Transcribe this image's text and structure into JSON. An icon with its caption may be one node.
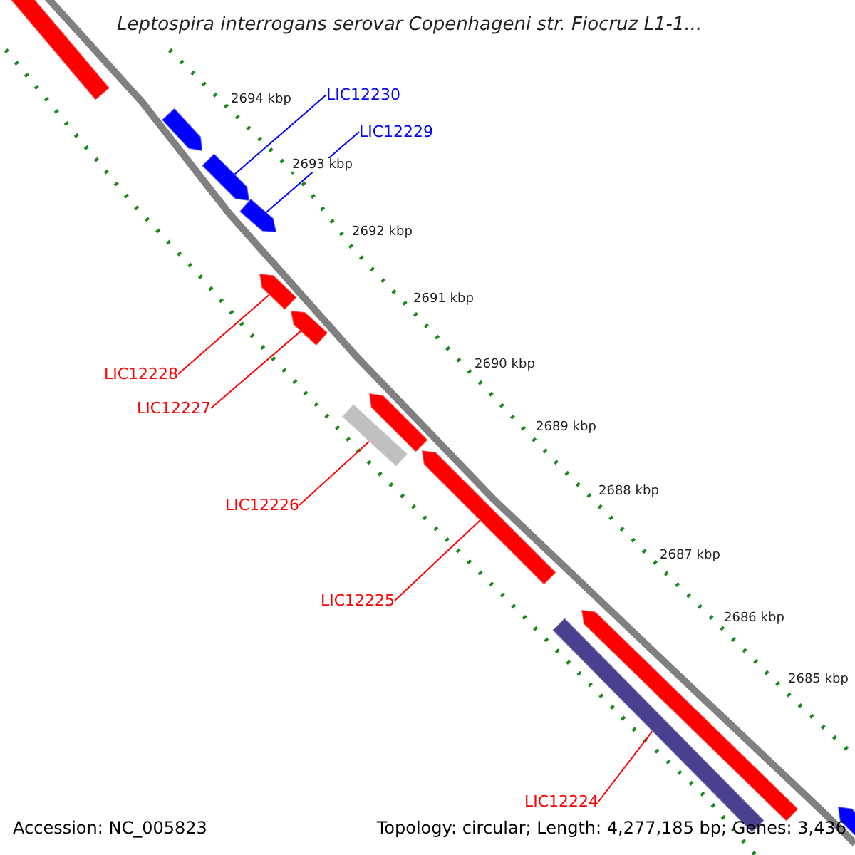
{
  "diagram": {
    "title": "Leptospira interrogans serovar Copenhageni str. Fiocruz L1-1...",
    "nodes": [
      {
        "text": [],
        "shape": "bar"
      },
      {
        "text": [],
        "shape": "bar"
      },
      {
        "text": [
          "LIC12230"
        ]
      },
      {
        "text": [],
        "shape": "bar"
      },
      {
        "text": [
          "LIC12229"
        ]
      },
      {
        "text": [],
        "shape": "bar"
      },
      {
        "text": [],
        "shape": "bar"
      },
      {
        "text": [],
        "shape": "bar"
      },
      {
        "text": [
          "LIC12228"
        ]
      },
      {
        "text": [
          "LIC12227"
        ]
      },
      {
        "text": [],
        "shape": "bar"
      },
      {
        "text": [],
        "shape": "bar"
      },
      {
        "text": [
          "LIC12226"
        ]
      },
      {
        "text": [],
        "shape": "bar"
      },
      {
        "text": [
          "LIC12225"
        ]
      },
      {
        "text": [],
        "shape": "bar"
      },
      {
        "text": [],
        "shape": "bar"
      },
      {
        "text": [
          "LIC12224"
        ]
      },
      {
        "text": [],
        "shape": "bar"
      }
    ],
    "edges": [
      {
        "from": 2,
        "to": 3,
        "arrow": "none",
        "color": "#0000ff"
      },
      {
        "from": 4,
        "to": 5,
        "arrow": "none",
        "color": "#0000ff"
      },
      {
        "from": 8,
        "to": 6,
        "arrow": "none"
      },
      {
        "from": 9,
        "to": 7,
        "arrow": "none"
      },
      {
        "from": 12,
        "to": 11,
        "arrow": "none"
      },
      {
        "from": 14,
        "to": 13,
        "arrow": "none"
      },
      {
        "from": 17,
        "to": 16,
        "arrow": "none"
      }
    ],
    "labels": [
      "2694 kbp",
      "2693 kbp",
      "2692 kbp",
      "2691 kbp",
      "2690 kbp",
      "2689 kbp",
      "2688 kbp",
      "2687 kbp",
      "2686 kbp",
      "2685 kbp",
      "Accession: NC_005823",
      "Topology: circular; Length: 4,277,185 bp; Genes: 3,436"
    ]
  }
}
